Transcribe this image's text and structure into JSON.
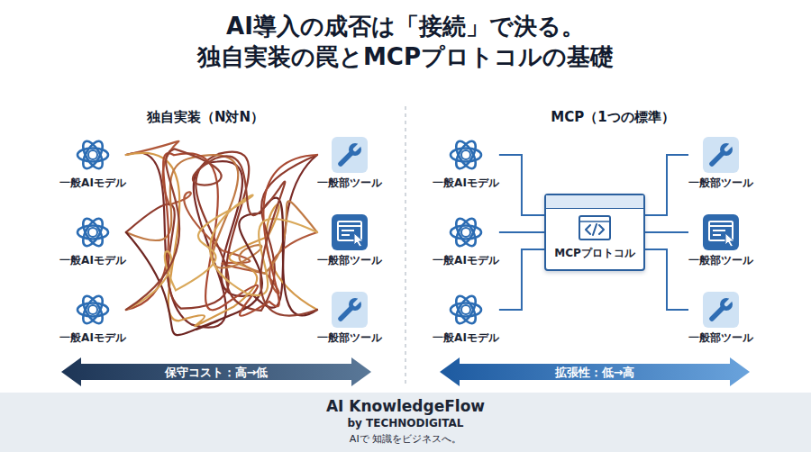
{
  "diagram": {
    "title": "AI導入の成否は「接続」で決る。 独自実装の罠とMCPプロトコルの基礎",
    "nodes": [
      {
        "text": [
          "一般AIモデル"
        ]
      },
      {
        "text": [
          "一般AIモデル"
        ]
      },
      {
        "text": [
          "一般AIモデル"
        ]
      },
      {
        "text": [
          "一般部ツール"
        ]
      },
      {
        "text": [
          "一般部ツール"
        ]
      },
      {
        "text": [
          "一般部ツール"
        ]
      },
      {
        "text": [
          "一般AIモデル"
        ]
      },
      {
        "text": [
          "一般AIモデル"
        ]
      },
      {
        "text": [
          "一般AIモデル"
        ]
      },
      {
        "text": [
          "MCPプロトコル"
        ]
      },
      {
        "text": [
          "一般部ツール"
        ]
      },
      {
        "text": [
          "一般部ツール"
        ]
      },
      {
        "text": [
          "一般部ツール"
        ]
      }
    ],
    "edges": [
      {
        "from": 0,
        "to": 3,
        "arrow": "none"
      },
      {
        "from": 0,
        "to": 4,
        "arrow": "none"
      },
      {
        "from": 0,
        "to": 5,
        "arrow": "none"
      },
      {
        "from": 1,
        "to": 3,
        "arrow": "none"
      },
      {
        "from": 1,
        "to": 4,
        "arrow": "none"
      },
      {
        "from": 1,
        "to": 5,
        "arrow": "none"
      },
      {
        "from": 2,
        "to": 3,
        "arrow": "none"
      },
      {
        "from": 2,
        "to": 4,
        "arrow": "none"
      },
      {
        "from": 2,
        "to": 5,
        "arrow": "none"
      },
      {
        "from": 6,
        "to": 9,
        "arrow": "none"
      },
      {
        "from": 7,
        "to": 9,
        "arrow": "none"
      },
      {
        "from": 8,
        "to": 9,
        "arrow": "none"
      },
      {
        "from": 9,
        "to": 10,
        "arrow": "none"
      },
      {
        "from": 9,
        "to": 11,
        "arrow": "none"
      },
      {
        "from": 9,
        "to": 12,
        "arrow": "none"
      }
    ],
    "labels": [
      "独自実装（N対N）",
      "保守コスト：高→低",
      "MCP（1つの標準）",
      "拡張性：低→高",
      "AI KnowledgeFlow",
      "by TECHNODIGITAL",
      "AIで 知識をビジネスへ。"
    ]
  }
}
